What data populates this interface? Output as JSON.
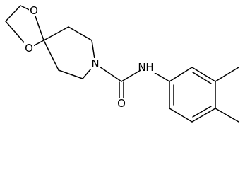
{
  "molecule": {
    "atoms": {
      "o_top": "O",
      "o_bottom": "O",
      "n_ring": "N",
      "n_amide": "N",
      "h_amide": "H",
      "o_carbonyl": "O"
    }
  }
}
